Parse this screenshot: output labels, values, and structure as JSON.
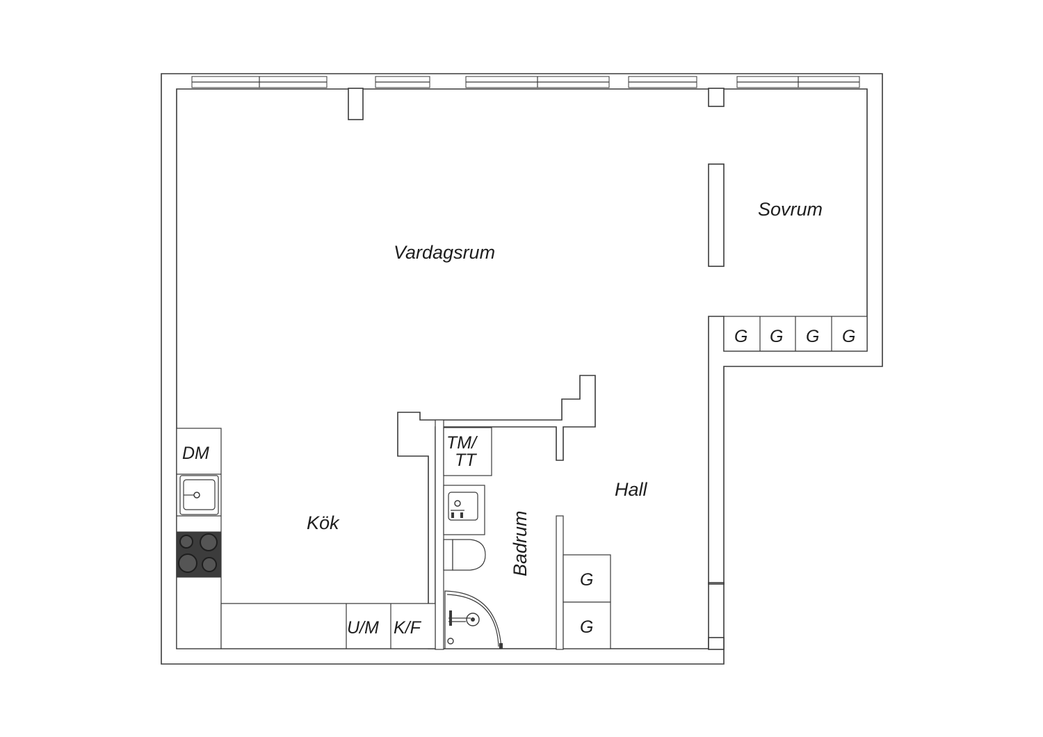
{
  "rooms": {
    "vardagsrum": "Vardagsrum",
    "sovrum": "Sovrum",
    "kok": "Kök",
    "hall": "Hall",
    "badrum": "Badrum"
  },
  "fixtures": {
    "dishwasher": "DM",
    "washer_dryer_line1": "TM/",
    "washer_dryer_line2": "TT",
    "freezer_fridge_oven": "U/M",
    "fridge_freezer": "K/F",
    "wardrobe": "G"
  },
  "colors": {
    "line": "#3a3a3a",
    "stove": "#3c3c3c",
    "background": "#ffffff"
  }
}
